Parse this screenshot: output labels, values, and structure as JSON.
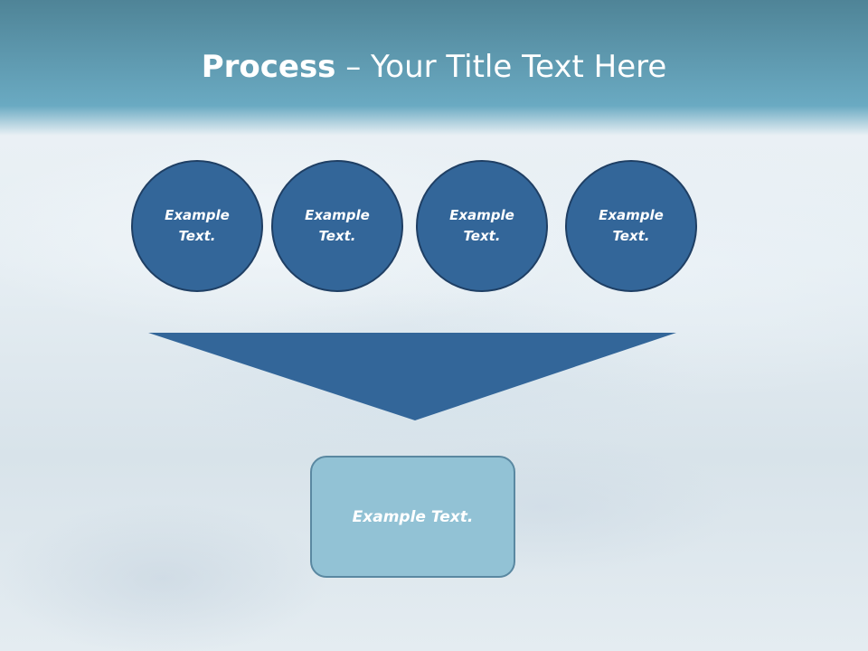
{
  "slide": {
    "title_strong": "Process",
    "title_rest": " – Your Title Text Here"
  },
  "process_steps": [
    {
      "line1": "Example",
      "line2": "Text."
    },
    {
      "line1": "Example",
      "line2": "Text."
    },
    {
      "line1": "Example",
      "line2": "Text."
    },
    {
      "line1": "Example",
      "line2": "Text."
    }
  ],
  "result": {
    "label": "Example Text."
  },
  "colors": {
    "header": "#5f9ab0",
    "circle_fill": "#336699",
    "circle_border": "#1f3f64",
    "funnel_fill": "#336699",
    "box_fill": "#92c2d5",
    "box_border": "#5a88a1"
  }
}
